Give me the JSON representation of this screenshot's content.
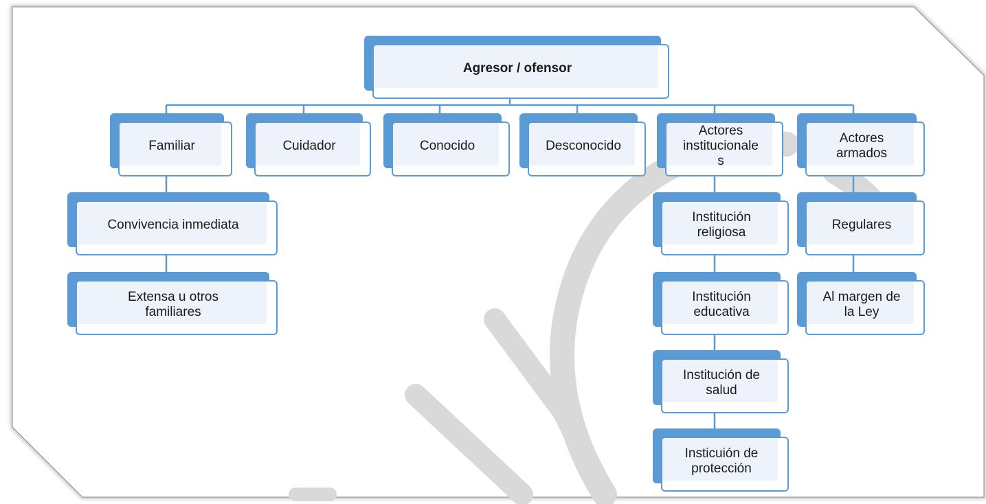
{
  "root": {
    "label": "Agresor / ofensor"
  },
  "categories": [
    {
      "key": "familiar",
      "label": "Familiar"
    },
    {
      "key": "cuidador",
      "label": "Cuidador"
    },
    {
      "key": "conocido",
      "label": "Conocido"
    },
    {
      "key": "desconocido",
      "label": "Desconocido"
    },
    {
      "key": "actores-institucionales",
      "label": "Actores\ninstitucionale\ns"
    },
    {
      "key": "actores-armados",
      "label": "Actores\narmados"
    }
  ],
  "familiar_children": [
    {
      "label": "Convivencia inmediata"
    },
    {
      "label": "Extensa u otros\nfamiliares"
    }
  ],
  "institucionales_children": [
    {
      "label": "Institución\nreligiosa"
    },
    {
      "label": "Institución\neducativa"
    },
    {
      "label": "Institución de\nsalud"
    },
    {
      "label": "Insticuión de\nprotección"
    }
  ],
  "armados_children": [
    {
      "label": "Regulares"
    },
    {
      "label": "Al margen de\nla Ley"
    }
  ],
  "colors": {
    "accent": "#5b9bd5",
    "card_fill": "#eef3fb",
    "watermark": "#d9d9d9",
    "frame_border": "#7f7f7f"
  }
}
